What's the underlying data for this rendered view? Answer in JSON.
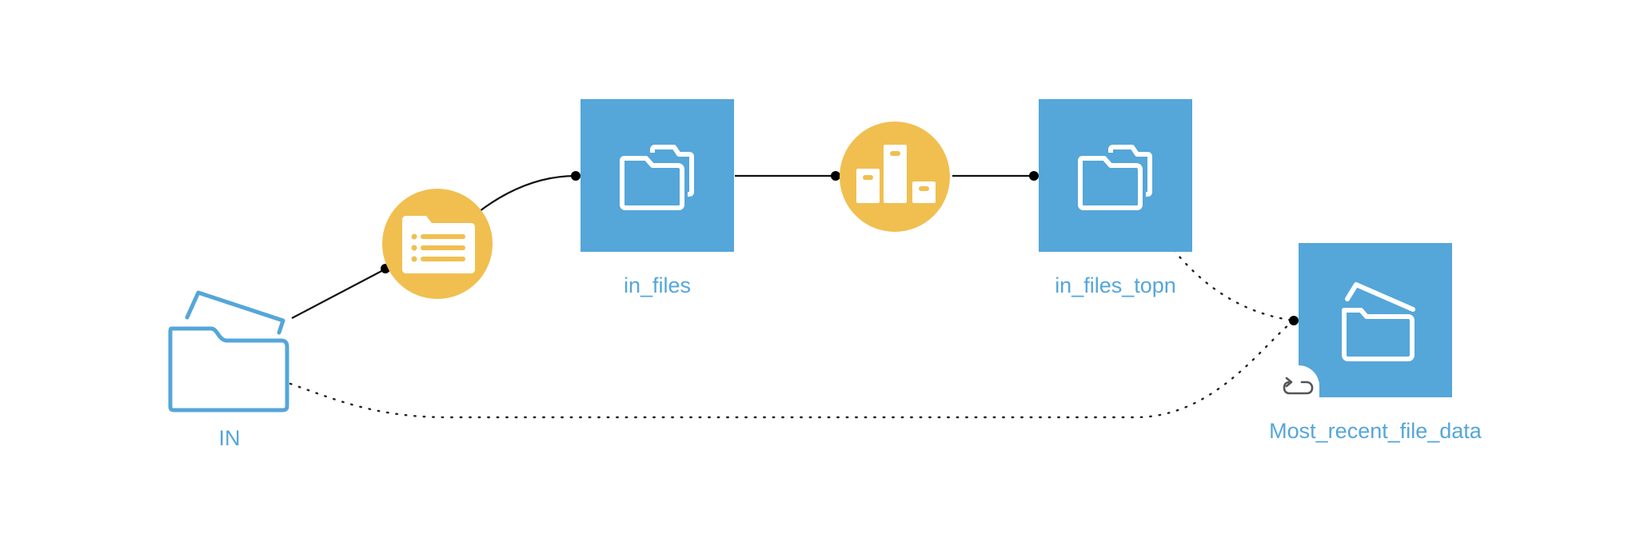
{
  "flow": {
    "colors": {
      "dataset": "#55a6d9",
      "recipe": "#f0bf50",
      "label": "#55a6d9",
      "link": "#111111"
    },
    "nodes": {
      "in_folder": {
        "label": "IN",
        "icon": "folder-outline-icon",
        "kind": "managed-folder"
      },
      "prepare_recipe": {
        "icon": "folder-list-icon",
        "kind": "recipe"
      },
      "in_files": {
        "label": "in_files",
        "icon": "stacked-folders-icon",
        "kind": "dataset"
      },
      "topn_recipe": {
        "icon": "ranking-bars-icon",
        "kind": "recipe"
      },
      "in_files_topn": {
        "label": "in_files_topn",
        "icon": "stacked-folders-icon",
        "kind": "dataset"
      },
      "most_recent": {
        "label": "Most_recent_file_data",
        "icon": "open-folder-icon",
        "kind": "dataset",
        "badge": "sync-icon"
      }
    }
  }
}
